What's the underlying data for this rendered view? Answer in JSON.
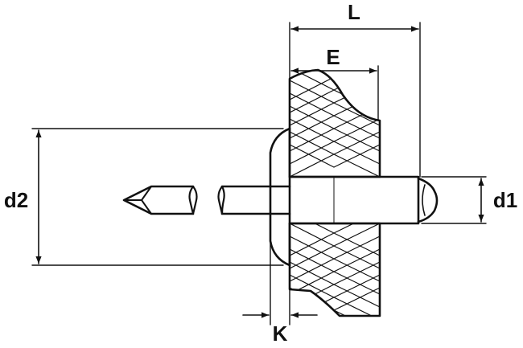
{
  "labels": {
    "L": "L",
    "E": "E",
    "d1": "d1",
    "d2": "d2",
    "K": "K"
  },
  "colors": {
    "stroke": "#111111",
    "background": "#ffffff"
  }
}
